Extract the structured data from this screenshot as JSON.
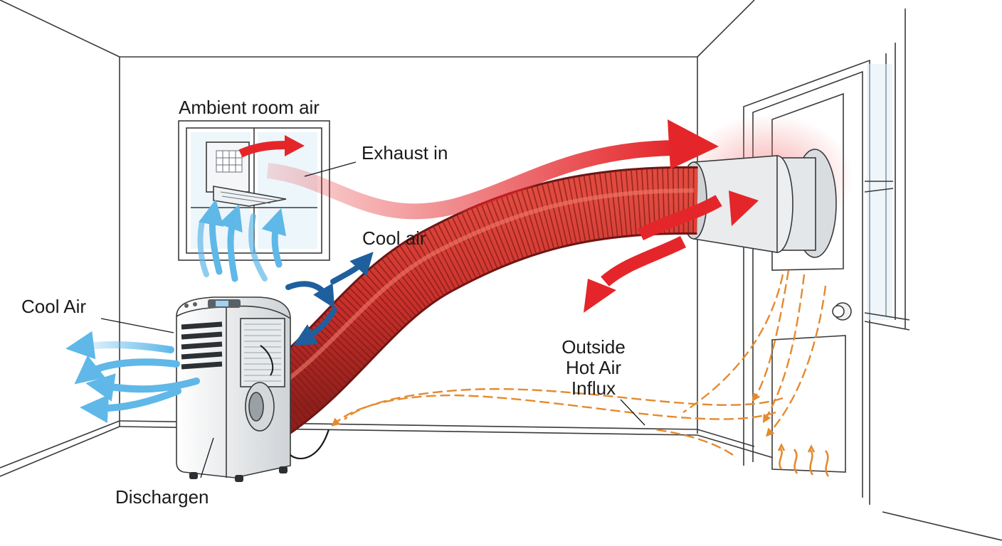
{
  "diagram": {
    "labels": {
      "ambient_room_air": "Ambient room air",
      "exhaust_in": "Exhaust in",
      "cool_air_top": "Cool air",
      "cool_air_left": "Cool Air",
      "outside_hot_air_influx": "Outside Hot Air Influx",
      "discharge": "Dischargen"
    },
    "colors": {
      "hot_air": "#e4262a",
      "hose": "#c9302b",
      "cool_air_light": "#5fb8e8",
      "cool_air_dark": "#1f5f9e",
      "influx": "#e58a2e",
      "line_art": "#3a3a3a"
    },
    "icons": [
      "portable-ac-unit",
      "window-frame",
      "exhaust-hose",
      "wall-vent",
      "door"
    ]
  }
}
